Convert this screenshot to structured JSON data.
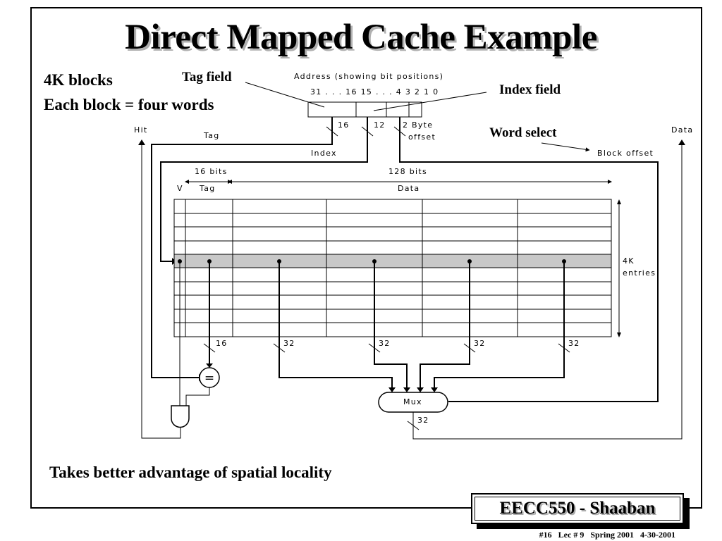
{
  "slide": {
    "title": "Direct Mapped Cache Example",
    "left_text_1": "4K blocks",
    "left_text_2": "Each block =  four words",
    "tag_field_label": "Tag field",
    "index_field_label": "Index field",
    "word_select_label": "Word select",
    "bottom_text": "Takes better advantage of spatial locality",
    "footer_title": "EECC550 - Shaaban",
    "footnote": "#16   Lec # 9   Spring 2001   4-30-2001"
  },
  "diagram": {
    "address_label": "Address (showing bit positions)",
    "bit_positions": "31  . . .  16  15  . . .  4  3  2  1  0",
    "tag_bits": "16",
    "index_bits": "12",
    "byte_offset_bits": "2",
    "byte_label": "Byte",
    "offset_label": "offset",
    "hit_label": "Hit",
    "tag_label": "Tag",
    "index_label": "Index",
    "data_label": "Data",
    "block_offset_label": "Block offset",
    "tag_width_label": "16 bits",
    "data_width_label": "128 bits",
    "valid_col": "V",
    "tag_col": "Tag",
    "data_col": "Data",
    "entries_count": "4K",
    "entries_label": "entries",
    "tag_out_bits": "16",
    "word_bits": [
      "32",
      "32",
      "32",
      "32"
    ],
    "comparator_symbol": "=",
    "mux_label": "Mux",
    "mux_out_bits": "32"
  }
}
